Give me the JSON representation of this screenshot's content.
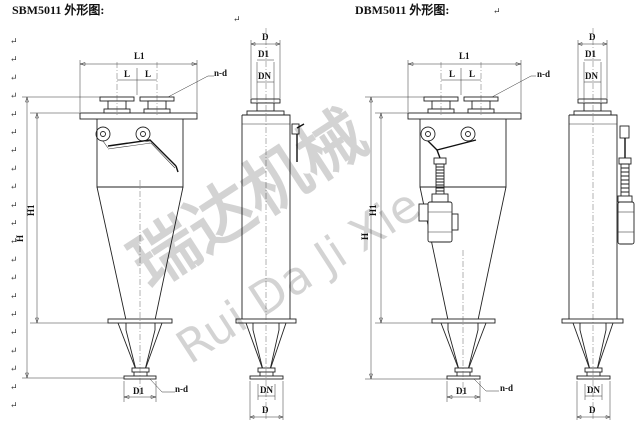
{
  "titles": {
    "left": "SBM5011 外形图:",
    "right": "DBM5011 外形图:"
  },
  "watermark": {
    "cn": "瑞达机械",
    "en": "Rui Da Ji Xie"
  },
  "margin_marks": "↵",
  "labels": {
    "L1": "L1",
    "L": "L",
    "nd": "n-d",
    "D": "D",
    "D1": "D1",
    "DN": "DN",
    "H": "H",
    "H1": "H1"
  },
  "diagram_type": "cyclone dust collector outline drawings: front and side views of two models"
}
